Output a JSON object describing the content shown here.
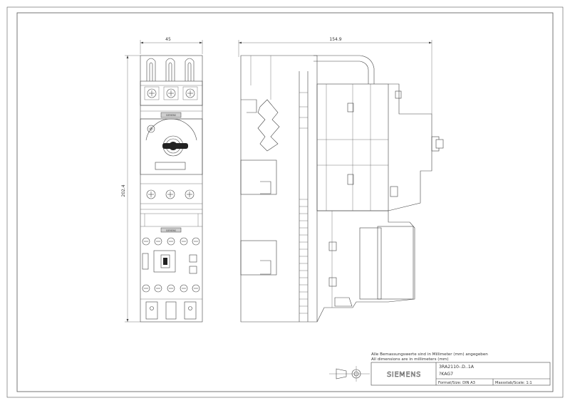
{
  "drawing": {
    "dimensions": {
      "front_width": "45",
      "front_height": "202.4",
      "side_depth": "154.9"
    },
    "notes": {
      "line_de": "Alle Bemassungswerte sind in Millimeter (mm) angegeben",
      "line_en": "All dimensions are in millimeters (mm)"
    },
    "front_labels": {
      "breaker_brand": "SIEMENS",
      "contactor_brand": "SIEMENS"
    }
  },
  "title_block": {
    "brand": "SIEMENS",
    "part_number": "3RA2110-.D..1A",
    "variant": "?KAG7",
    "format_label": "Format/Size: DIN A3",
    "scale_label": "Massstab/Scale: 1:1"
  }
}
